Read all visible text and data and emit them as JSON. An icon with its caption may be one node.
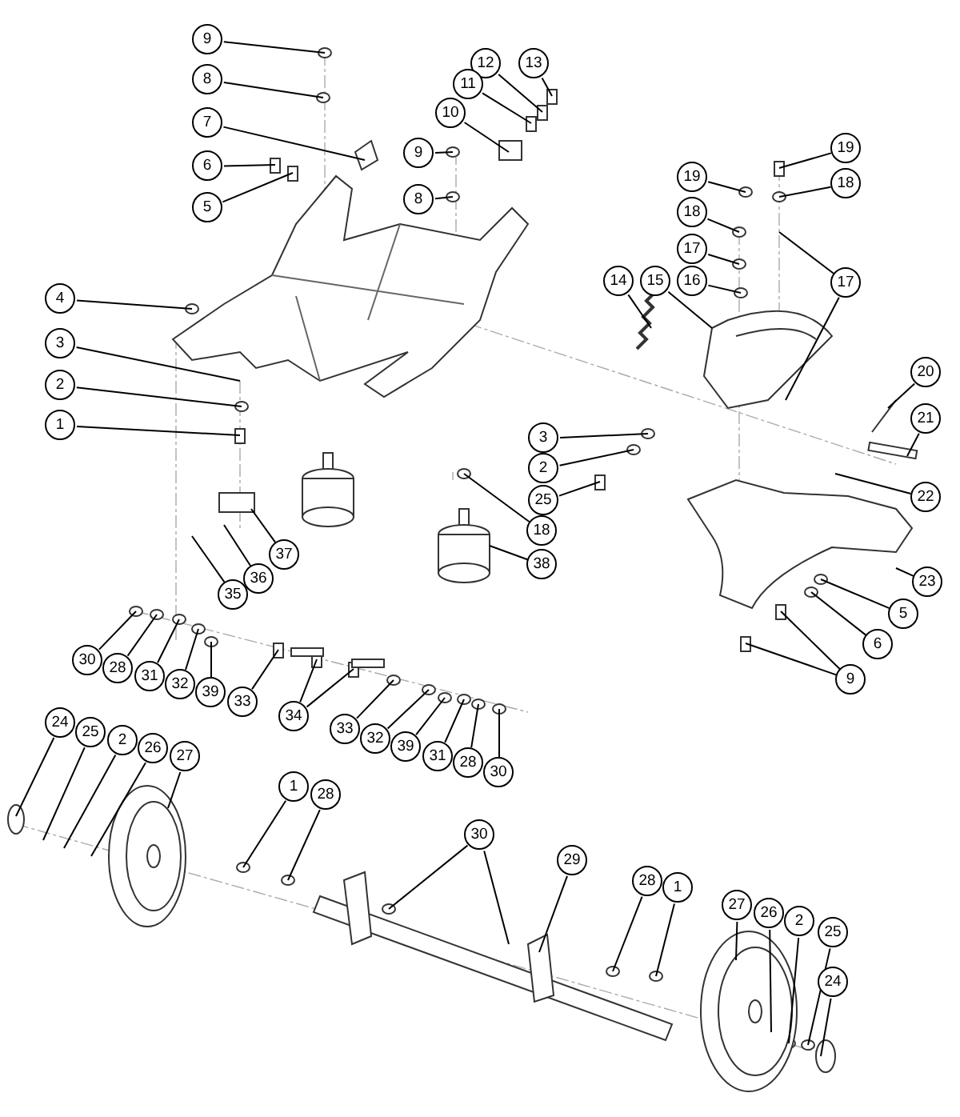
{
  "diagram": {
    "nodes": [
      {
        "text": [
          "9"
        ]
      },
      {
        "text": [
          "8"
        ]
      },
      {
        "text": [
          "13"
        ]
      },
      {
        "text": [
          "12"
        ]
      },
      {
        "text": [
          "11"
        ]
      },
      {
        "text": [
          "10"
        ]
      },
      {
        "text": [
          "7"
        ]
      },
      {
        "text": [
          "9"
        ]
      },
      {
        "text": [
          "19"
        ]
      },
      {
        "text": [
          "6"
        ]
      },
      {
        "text": [
          "19"
        ]
      },
      {
        "text": [
          "18"
        ]
      },
      {
        "text": [
          "8"
        ]
      },
      {
        "text": [
          "5"
        ]
      },
      {
        "text": [
          "18"
        ]
      },
      {
        "text": [
          "17"
        ]
      },
      {
        "text": [
          "14"
        ]
      },
      {
        "text": [
          "15"
        ]
      },
      {
        "text": [
          "16"
        ]
      },
      {
        "text": [
          "17"
        ]
      },
      {
        "text": [
          "4"
        ]
      },
      {
        "text": [
          "3"
        ]
      },
      {
        "text": [
          "20"
        ]
      },
      {
        "text": [
          "2"
        ]
      },
      {
        "text": [
          "21"
        ]
      },
      {
        "text": [
          "1"
        ]
      },
      {
        "text": [
          "3"
        ]
      },
      {
        "text": [
          "2"
        ]
      },
      {
        "text": [
          "22"
        ]
      },
      {
        "text": [
          "25"
        ]
      },
      {
        "text": [
          "18"
        ]
      },
      {
        "text": [
          "37"
        ]
      },
      {
        "text": [
          "38"
        ]
      },
      {
        "text": [
          "36"
        ]
      },
      {
        "text": [
          "23"
        ]
      },
      {
        "text": [
          "35"
        ]
      },
      {
        "text": [
          "5"
        ]
      },
      {
        "text": [
          "6"
        ]
      },
      {
        "text": [
          "30"
        ]
      },
      {
        "text": [
          "28"
        ]
      },
      {
        "text": [
          "31"
        ]
      },
      {
        "text": [
          "32"
        ]
      },
      {
        "text": [
          "9"
        ]
      },
      {
        "text": [
          "39"
        ]
      },
      {
        "text": [
          "33"
        ]
      },
      {
        "text": [
          "34"
        ]
      },
      {
        "text": [
          "24"
        ]
      },
      {
        "text": [
          "33"
        ]
      },
      {
        "text": [
          "25"
        ]
      },
      {
        "text": [
          "32"
        ]
      },
      {
        "text": [
          "2"
        ]
      },
      {
        "text": [
          "39"
        ]
      },
      {
        "text": [
          "26"
        ]
      },
      {
        "text": [
          "31"
        ]
      },
      {
        "text": [
          "27"
        ]
      },
      {
        "text": [
          "28"
        ]
      },
      {
        "text": [
          "30"
        ]
      },
      {
        "text": [
          "1"
        ]
      },
      {
        "text": [
          "28"
        ]
      },
      {
        "text": [
          "30"
        ]
      },
      {
        "text": [
          "29"
        ]
      },
      {
        "text": [
          "28"
        ]
      },
      {
        "text": [
          "1"
        ]
      },
      {
        "text": [
          "27"
        ]
      },
      {
        "text": [
          "26"
        ]
      },
      {
        "text": [
          "2"
        ]
      },
      {
        "text": [
          "25"
        ]
      },
      {
        "text": [
          "24"
        ]
      }
    ],
    "edges": [
      {
        "from": 0,
        "to": null,
        "arrow": "none"
      },
      {
        "from": 1,
        "to": null,
        "arrow": "none"
      },
      {
        "from": 2,
        "to": null,
        "arrow": "none"
      },
      {
        "from": 3,
        "to": null,
        "arrow": "none"
      },
      {
        "from": 4,
        "to": null,
        "arrow": "none"
      },
      {
        "from": 5,
        "to": null,
        "arrow": "none"
      },
      {
        "from": 6,
        "to": null,
        "arrow": "none"
      },
      {
        "from": 7,
        "to": null,
        "arrow": "none"
      },
      {
        "from": 8,
        "to": null,
        "arrow": "none"
      },
      {
        "from": 9,
        "to": null,
        "arrow": "none"
      },
      {
        "from": 10,
        "to": null,
        "arrow": "none"
      },
      {
        "from": 11,
        "to": null,
        "arrow": "none"
      },
      {
        "from": 12,
        "to": null,
        "arrow": "none"
      },
      {
        "from": 13,
        "to": null,
        "arrow": "none"
      },
      {
        "from": 14,
        "to": null,
        "arrow": "none"
      },
      {
        "from": 15,
        "to": null,
        "arrow": "none"
      },
      {
        "from": 16,
        "to": null,
        "arrow": "none"
      },
      {
        "from": 17,
        "to": null,
        "arrow": "none"
      },
      {
        "from": 18,
        "to": null,
        "arrow": "none"
      },
      {
        "from": 19,
        "to": null,
        "arrow": "none"
      },
      {
        "from": 19,
        "to": null,
        "arrow": "none"
      },
      {
        "from": 20,
        "to": null,
        "arrow": "none"
      },
      {
        "from": 21,
        "to": null,
        "arrow": "none"
      },
      {
        "from": 22,
        "to": null,
        "arrow": "none"
      },
      {
        "from": 23,
        "to": null,
        "arrow": "none"
      },
      {
        "from": 24,
        "to": null,
        "arrow": "none"
      },
      {
        "from": 25,
        "to": null,
        "arrow": "none"
      },
      {
        "from": 26,
        "to": null,
        "arrow": "none"
      },
      {
        "from": 27,
        "to": null,
        "arrow": "none"
      },
      {
        "from": 28,
        "to": null,
        "arrow": "none"
      },
      {
        "from": 29,
        "to": null,
        "arrow": "none"
      },
      {
        "from": 30,
        "to": null,
        "arrow": "none"
      },
      {
        "from": 31,
        "to": null,
        "arrow": "none"
      },
      {
        "from": 32,
        "to": null,
        "arrow": "none"
      },
      {
        "from": 33,
        "to": null,
        "arrow": "none"
      },
      {
        "from": 34,
        "to": null,
        "arrow": "none"
      },
      {
        "from": 35,
        "to": null,
        "arrow": "none"
      },
      {
        "from": 36,
        "to": null,
        "arrow": "none"
      },
      {
        "from": 37,
        "to": null,
        "arrow": "none"
      },
      {
        "from": 38,
        "to": null,
        "arrow": "none"
      },
      {
        "from": 39,
        "to": null,
        "arrow": "none"
      },
      {
        "from": 40,
        "to": null,
        "arrow": "none"
      },
      {
        "from": 41,
        "to": null,
        "arrow": "none"
      },
      {
        "from": 42,
        "to": null,
        "arrow": "none"
      },
      {
        "from": 42,
        "to": null,
        "arrow": "none"
      },
      {
        "from": 43,
        "to": null,
        "arrow": "none"
      },
      {
        "from": 44,
        "to": null,
        "arrow": "none"
      },
      {
        "from": 45,
        "to": null,
        "arrow": "none"
      },
      {
        "from": 45,
        "to": null,
        "arrow": "none"
      },
      {
        "from": 46,
        "to": null,
        "arrow": "none"
      },
      {
        "from": 47,
        "to": null,
        "arrow": "none"
      },
      {
        "from": 48,
        "to": null,
        "arrow": "none"
      },
      {
        "from": 49,
        "to": null,
        "arrow": "none"
      },
      {
        "from": 50,
        "to": null,
        "arrow": "none"
      },
      {
        "from": 51,
        "to": null,
        "arrow": "none"
      },
      {
        "from": 52,
        "to": null,
        "arrow": "none"
      },
      {
        "from": 53,
        "to": null,
        "arrow": "none"
      },
      {
        "from": 54,
        "to": null,
        "arrow": "none"
      },
      {
        "from": 55,
        "to": null,
        "arrow": "none"
      },
      {
        "from": 56,
        "to": null,
        "arrow": "none"
      },
      {
        "from": 57,
        "to": null,
        "arrow": "none"
      },
      {
        "from": 58,
        "to": null,
        "arrow": "none"
      },
      {
        "from": 59,
        "to": null,
        "arrow": "none"
      },
      {
        "from": 59,
        "to": null,
        "arrow": "none"
      },
      {
        "from": 60,
        "to": null,
        "arrow": "none"
      },
      {
        "from": 61,
        "to": null,
        "arrow": "none"
      },
      {
        "from": 62,
        "to": null,
        "arrow": "none"
      },
      {
        "from": 63,
        "to": null,
        "arrow": "none"
      },
      {
        "from": 64,
        "to": null,
        "arrow": "none"
      },
      {
        "from": 65,
        "to": null,
        "arrow": "none"
      },
      {
        "from": 66,
        "to": null,
        "arrow": "none"
      },
      {
        "from": 67,
        "to": null,
        "arrow": "none"
      }
    ]
  }
}
